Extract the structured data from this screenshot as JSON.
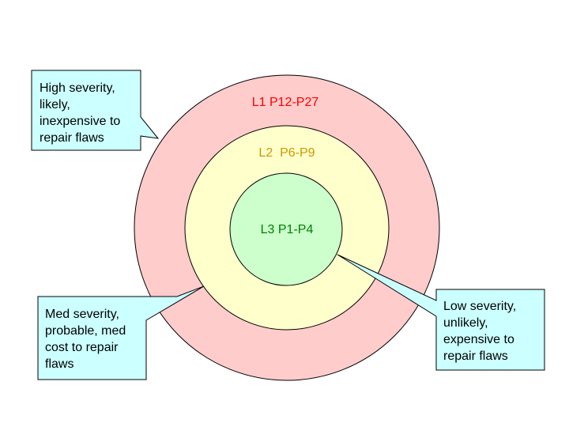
{
  "rings": [
    {
      "label": "L1 P12-P27",
      "fill": "#ffcccc",
      "text_color": "#ff0000"
    },
    {
      "label": "L2  P6-P9",
      "fill": "#ffffcc",
      "text_color": "#cc9900"
    },
    {
      "label": "L3 P1-P4",
      "fill": "#ccffcc",
      "text_color": "#008000"
    }
  ],
  "callouts": {
    "high": [
      "High severity,",
      "likely,",
      "inexpensive to",
      "repair flaws"
    ],
    "med": [
      "Med severity,",
      "probable, med",
      "cost to repair",
      "flaws"
    ],
    "low": [
      "Low severity,",
      "unlikely,",
      "expensive to",
      "repair flaws"
    ]
  },
  "colors": {
    "callout_fill": "#ccffff",
    "stroke": "#000000"
  }
}
